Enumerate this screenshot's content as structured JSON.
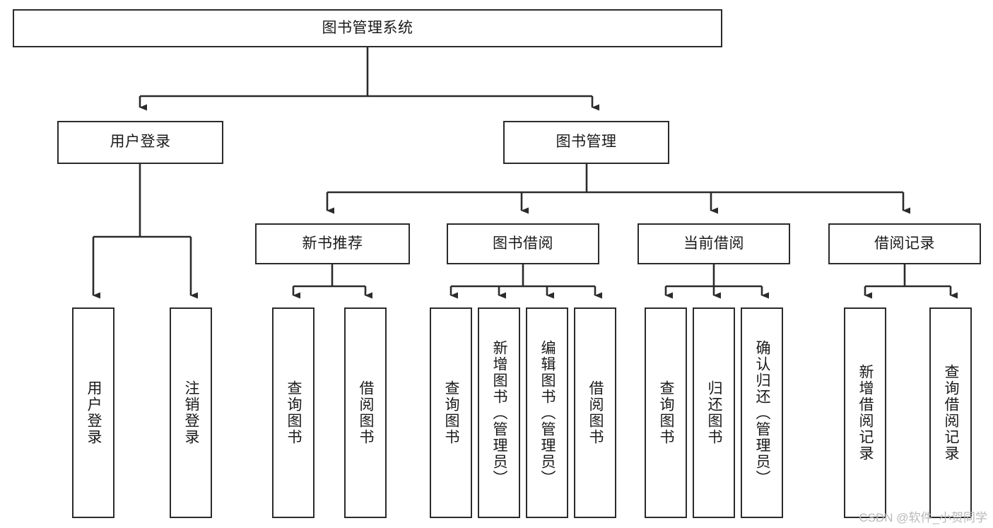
{
  "diagram": {
    "title": "图书管理系统",
    "type": "tree-hierarchy",
    "watermark": "CSDN @软件_小贺同学",
    "colors": {
      "box_stroke": "#2b2b2b",
      "box_fill": "#ffffff",
      "edge": "#2b2b2b",
      "text": "#1a1a1a",
      "watermark": "#b9b9b9",
      "background": "#ffffff"
    },
    "nodes": {
      "root": {
        "label": "图书管理系统",
        "level": 1,
        "orientation": "horizontal"
      },
      "user_login": {
        "label": "用户登录",
        "level": 2,
        "orientation": "horizontal"
      },
      "book_manage": {
        "label": "图书管理",
        "level": 2,
        "orientation": "horizontal"
      },
      "new_book_rec": {
        "label": "新书推荐",
        "level": 3,
        "orientation": "horizontal"
      },
      "book_borrow": {
        "label": "图书借阅",
        "level": 3,
        "orientation": "horizontal"
      },
      "current_borrow": {
        "label": "当前借阅",
        "level": 3,
        "orientation": "horizontal"
      },
      "borrow_record": {
        "label": "借阅记录",
        "level": 3,
        "orientation": "horizontal"
      },
      "leaf_user_login": {
        "label": "用户登录",
        "level": 3,
        "orientation": "vertical"
      },
      "leaf_user_logout": {
        "label": "注销登录",
        "level": 3,
        "orientation": "vertical"
      },
      "leaf_query_book_1": {
        "label": "查询图书",
        "level": 4,
        "orientation": "vertical"
      },
      "leaf_borrow_book_1": {
        "label": "借阅图书",
        "level": 4,
        "orientation": "vertical"
      },
      "leaf_query_book_2": {
        "label": "查询图书",
        "level": 4,
        "orientation": "vertical"
      },
      "leaf_add_book": {
        "label": "新增图书（管理员）",
        "level": 4,
        "orientation": "vertical"
      },
      "leaf_edit_book": {
        "label": "编辑图书（管理员）",
        "level": 4,
        "orientation": "vertical"
      },
      "leaf_borrow_book_2": {
        "label": "借阅图书",
        "level": 4,
        "orientation": "vertical"
      },
      "leaf_query_book_3": {
        "label": "查询图书",
        "level": 4,
        "orientation": "vertical"
      },
      "leaf_return_book": {
        "label": "归还图书",
        "level": 4,
        "orientation": "vertical"
      },
      "leaf_confirm_return": {
        "label": "确认归还（管理员）",
        "level": 4,
        "orientation": "vertical"
      },
      "leaf_add_record": {
        "label": "新增借阅记录",
        "level": 4,
        "orientation": "vertical"
      },
      "leaf_query_record": {
        "label": "查询借阅记录",
        "level": 4,
        "orientation": "vertical"
      }
    },
    "edges": [
      {
        "from": "root",
        "to": "user_login"
      },
      {
        "from": "root",
        "to": "book_manage"
      },
      {
        "from": "user_login",
        "to": "leaf_user_login"
      },
      {
        "from": "user_login",
        "to": "leaf_user_logout"
      },
      {
        "from": "book_manage",
        "to": "new_book_rec"
      },
      {
        "from": "book_manage",
        "to": "book_borrow"
      },
      {
        "from": "book_manage",
        "to": "current_borrow"
      },
      {
        "from": "book_manage",
        "to": "borrow_record"
      },
      {
        "from": "new_book_rec",
        "to": "leaf_query_book_1"
      },
      {
        "from": "new_book_rec",
        "to": "leaf_borrow_book_1"
      },
      {
        "from": "book_borrow",
        "to": "leaf_query_book_2"
      },
      {
        "from": "book_borrow",
        "to": "leaf_add_book"
      },
      {
        "from": "book_borrow",
        "to": "leaf_edit_book"
      },
      {
        "from": "book_borrow",
        "to": "leaf_borrow_book_2"
      },
      {
        "from": "current_borrow",
        "to": "leaf_query_book_3"
      },
      {
        "from": "current_borrow",
        "to": "leaf_return_book"
      },
      {
        "from": "current_borrow",
        "to": "leaf_confirm_return"
      },
      {
        "from": "borrow_record",
        "to": "leaf_add_record"
      },
      {
        "from": "borrow_record",
        "to": "leaf_query_record"
      }
    ]
  }
}
